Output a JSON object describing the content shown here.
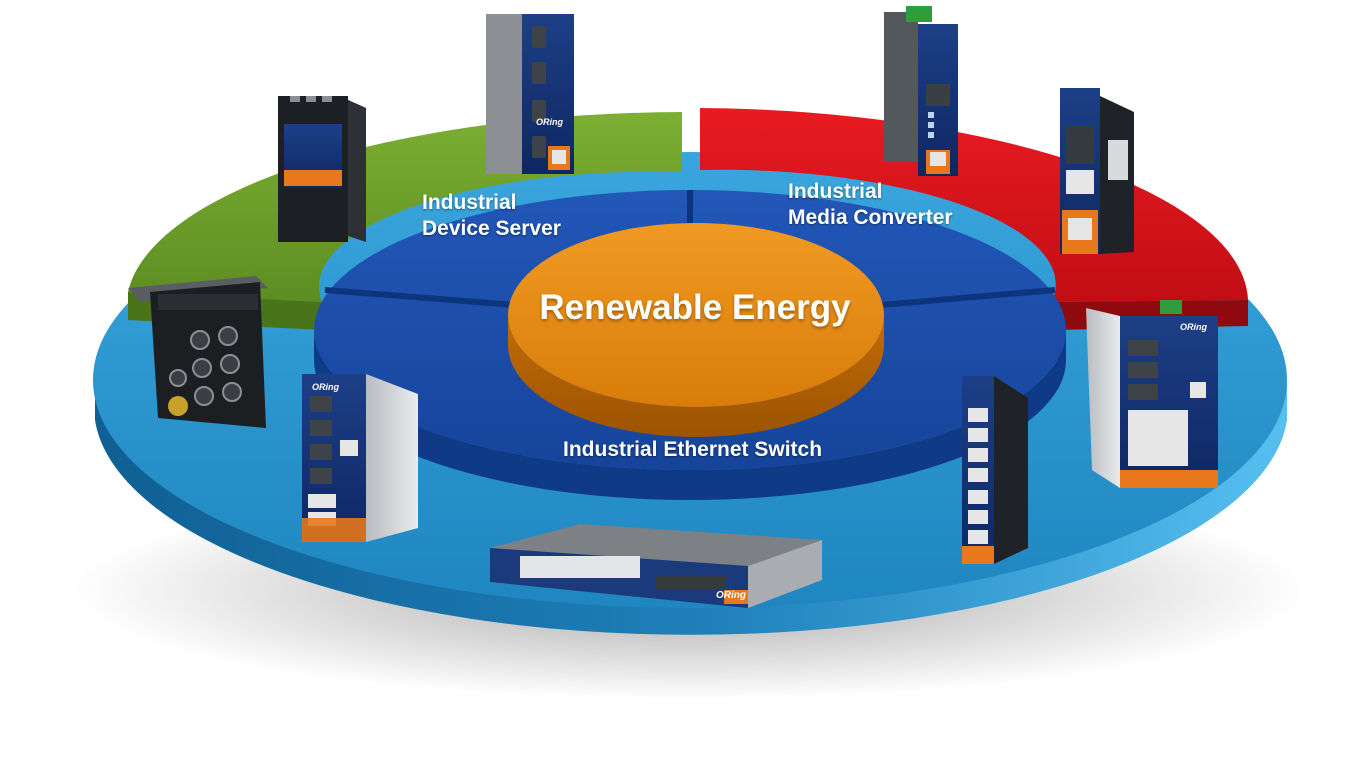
{
  "diagram": {
    "center": {
      "text": "Renewable Energy",
      "color": "#e1860f"
    },
    "segments": [
      {
        "id": "device-server",
        "lines": [
          "Industrial",
          "Device Server"
        ],
        "color": "#6f9d2c"
      },
      {
        "id": "media-converter",
        "lines": [
          "Industrial",
          "Media Converter"
        ],
        "color": "#d6111a"
      },
      {
        "id": "ethernet-switch",
        "lines": [
          "Industrial Ethernet Switch"
        ],
        "color": "#2a8fc6"
      }
    ],
    "inner_ring_color": "#1a4fa8",
    "brand_mark": "ORing"
  }
}
